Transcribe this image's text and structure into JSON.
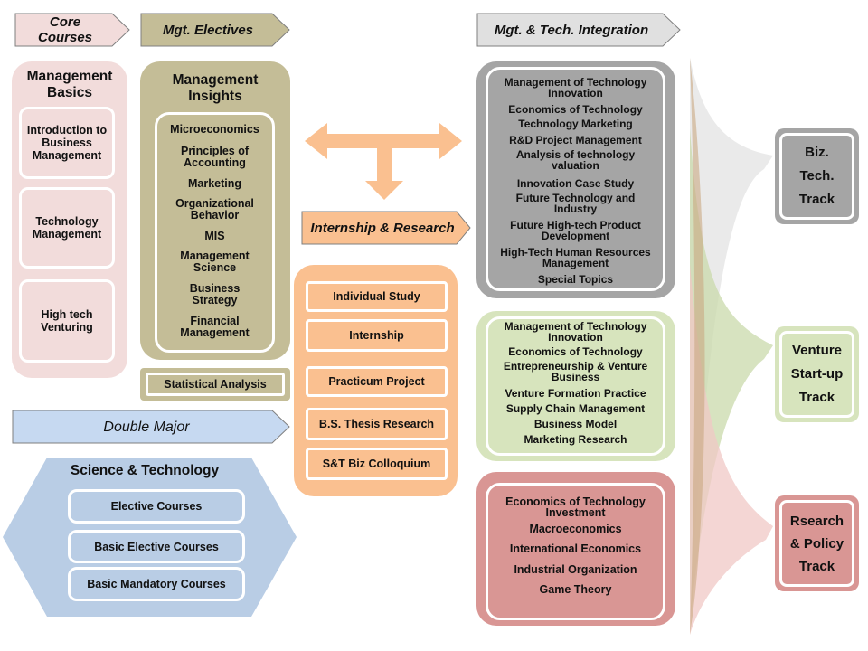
{
  "tags": {
    "core": "Core\nCourses",
    "mgt_electives": "Mgt. Electives",
    "integration": "Mgt. & Tech. Integration",
    "internship": "Internship & Research",
    "double_major": "Double Major"
  },
  "management_basics": {
    "title": "Management\nBasics",
    "items": [
      "Introduction to\nBusiness\nManagement",
      "Technology\nManagement",
      "High tech\nVenturing"
    ]
  },
  "management_insights": {
    "title": "Management\nInsights",
    "items": [
      "Microeconomics",
      "Principles of\nAccounting",
      "Marketing",
      "Organizational\nBehavior",
      "MIS",
      "Management\nScience",
      "Business\nStrategy",
      "Financial\nManagement"
    ]
  },
  "statistical_analysis": "Statistical Analysis",
  "internship_items": [
    "Individual Study",
    "Internship",
    "Practicum Project",
    "B.S. Thesis Research",
    "S&T Biz Colloquium"
  ],
  "science_tech": {
    "title": "Science & Technology",
    "items": [
      "Elective Courses",
      "Basic Elective Courses",
      "Basic Mandatory Courses"
    ]
  },
  "biz_tech_courses": [
    "Management of Technology\nInnovation",
    "Economics of Technology",
    "Technology Marketing",
    "R&D Project Management",
    "Analysis of technology\nvaluation",
    "Innovation Case Study",
    "Future Technology and\nIndustry",
    "Future High-tech Product\nDevelopment",
    "High-Tech Human Resources\nManagement",
    "Special Topics"
  ],
  "venture_courses": [
    "Management of Technology\nInnovation",
    "Economics of Technology",
    "Entrepreneurship & Venture\nBusiness",
    "Venture Formation Practice",
    "Supply Chain Management",
    "Business Model",
    "Marketing Research"
  ],
  "research_courses": [
    "Economics of Technology\nInvestment",
    "Macroeconomics",
    "International Economics",
    "Industrial Organization",
    "Game Theory"
  ],
  "tracks": {
    "biz_tech": "Biz.\nTech.\nTrack",
    "venture": "Venture\nStart-up\nTrack",
    "research": "Rsearch\n& Policy\nTrack"
  },
  "colors": {
    "pink": "#f2dcdb",
    "khaki": "#c4bd97",
    "gray": "#a5a5a5",
    "green": "#d7e4bd",
    "red": "#d99694",
    "orange": "#fac090",
    "blue": "#b9cde5"
  }
}
